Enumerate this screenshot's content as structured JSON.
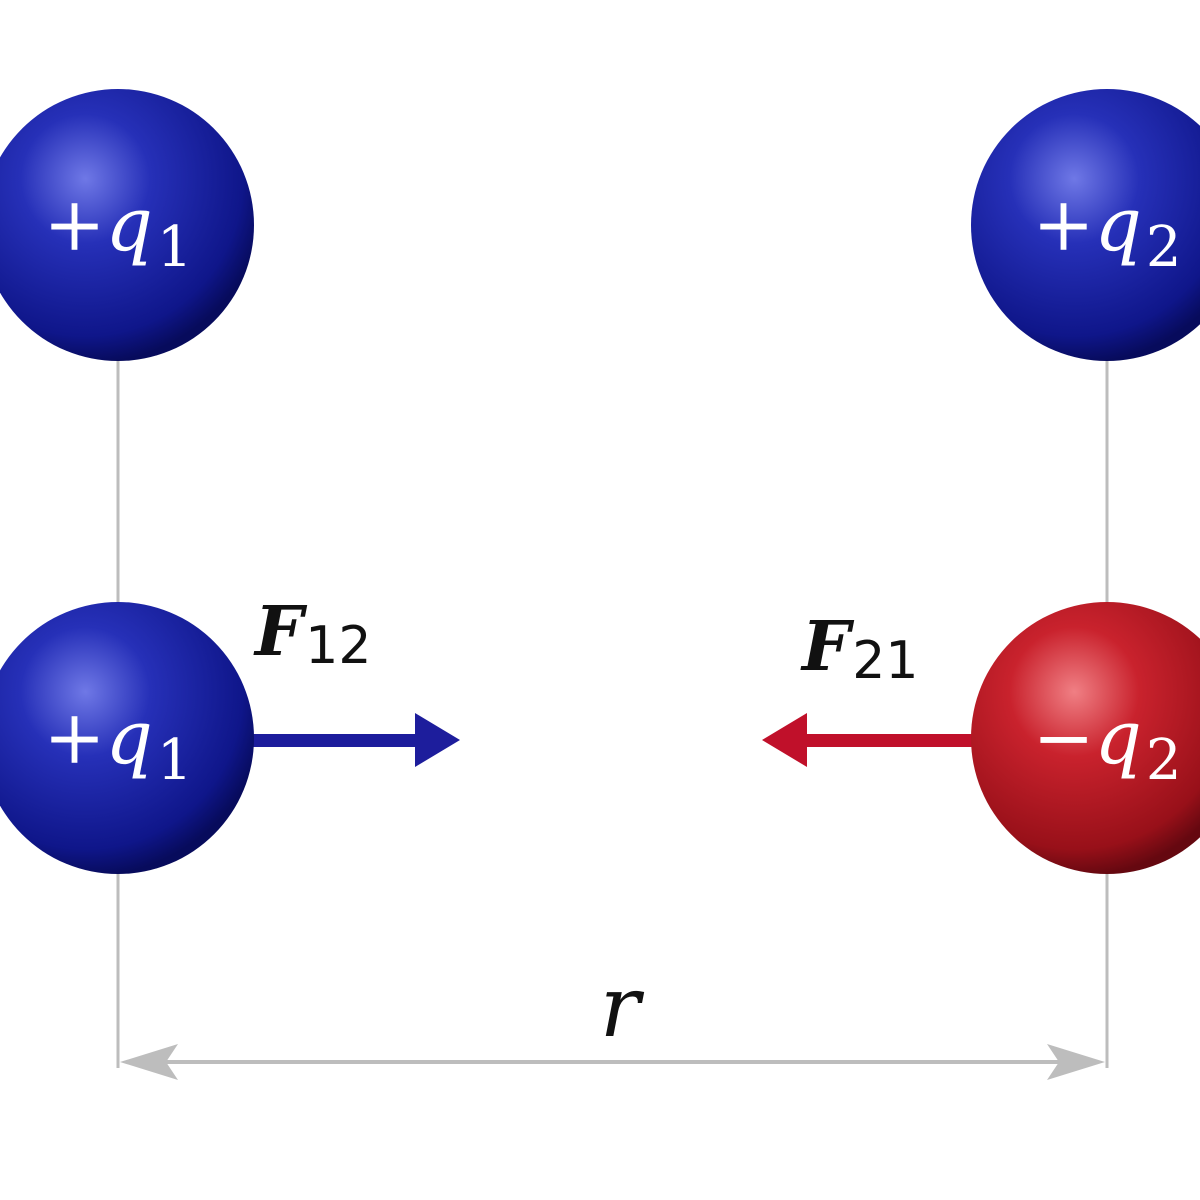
{
  "colors": {
    "positive_charge": "#1a1f9e",
    "negative_charge": "#b0141e",
    "force_arrow_12": "#1d1d9c",
    "force_arrow_21": "#c0102a",
    "guide_line": "#bdbdbd",
    "background": "#ffffff"
  },
  "top_row": {
    "left_charge": {
      "sign": "+",
      "symbol": "q",
      "subscript": "1"
    },
    "right_charge": {
      "sign": "+",
      "symbol": "q",
      "subscript": "2"
    }
  },
  "bottom_row": {
    "left_charge": {
      "sign": "+",
      "symbol": "q",
      "subscript": "1"
    },
    "right_charge": {
      "sign": "−",
      "symbol": "q",
      "subscript": "2"
    },
    "force_left": {
      "symbol": "F",
      "subscript": "12",
      "direction": "right"
    },
    "force_right": {
      "symbol": "F",
      "subscript": "21",
      "direction": "left"
    }
  },
  "distance": {
    "symbol": "r"
  }
}
